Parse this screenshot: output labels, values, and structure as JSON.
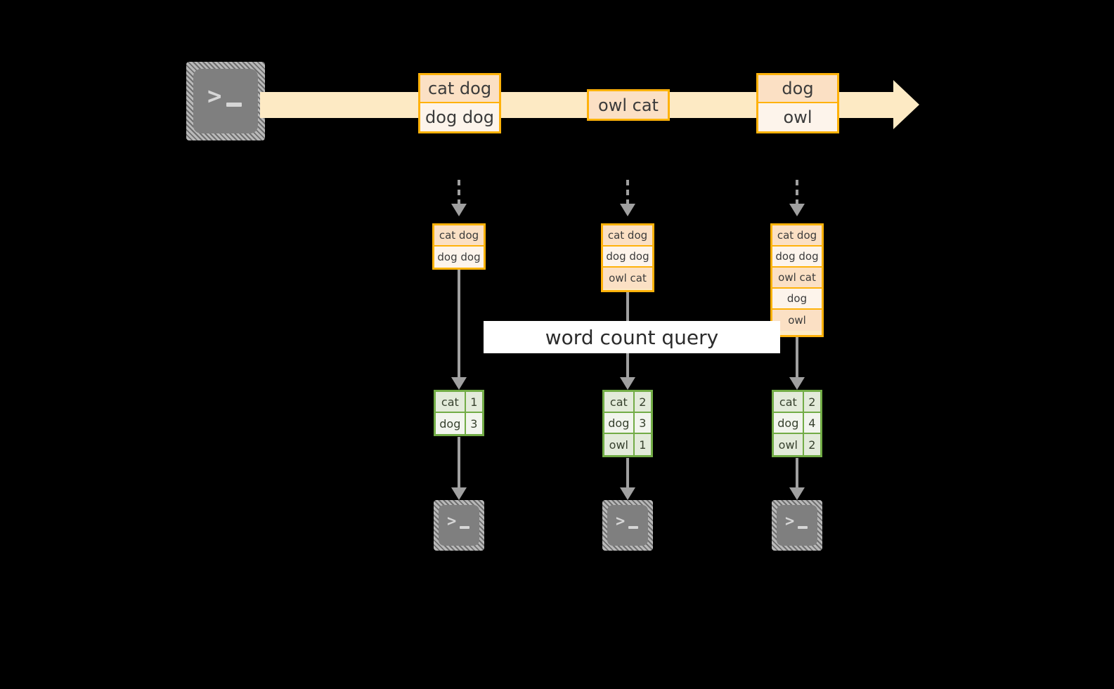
{
  "diagram": {
    "title_label": "word count query",
    "background": "#000000",
    "accent_amber": "#ffb20a",
    "accent_green": "#72ac46",
    "stream_fill": "#fdeac4",
    "connector_gray": "#a0a0a0",
    "source_icon": "terminal-icon",
    "sink_icon": "terminal-icon",
    "prompt_glyph": ">"
  },
  "stream": {
    "messages": [
      {
        "id": "m1",
        "lines": [
          "cat dog",
          "dog dog"
        ]
      },
      {
        "id": "m2",
        "lines": [
          "owl cat"
        ]
      },
      {
        "id": "m3",
        "lines": [
          "dog",
          "owl"
        ]
      }
    ]
  },
  "columns": [
    {
      "id": "t1",
      "log_lines": [
        "cat dog",
        "dog dog"
      ],
      "result": {
        "rows": [
          {
            "word": "cat",
            "count": "1"
          },
          {
            "word": "dog",
            "count": "3"
          }
        ]
      }
    },
    {
      "id": "t2",
      "log_lines": [
        "cat dog",
        "dog dog",
        "owl cat"
      ],
      "result": {
        "rows": [
          {
            "word": "cat",
            "count": "2"
          },
          {
            "word": "dog",
            "count": "3"
          },
          {
            "word": "owl",
            "count": "1"
          }
        ]
      }
    },
    {
      "id": "t3",
      "log_lines": [
        "cat dog",
        "dog dog",
        "owl cat",
        "dog",
        "owl"
      ],
      "result": {
        "rows": [
          {
            "word": "cat",
            "count": "2"
          },
          {
            "word": "dog",
            "count": "4"
          },
          {
            "word": "owl",
            "count": "2"
          }
        ]
      }
    }
  ]
}
